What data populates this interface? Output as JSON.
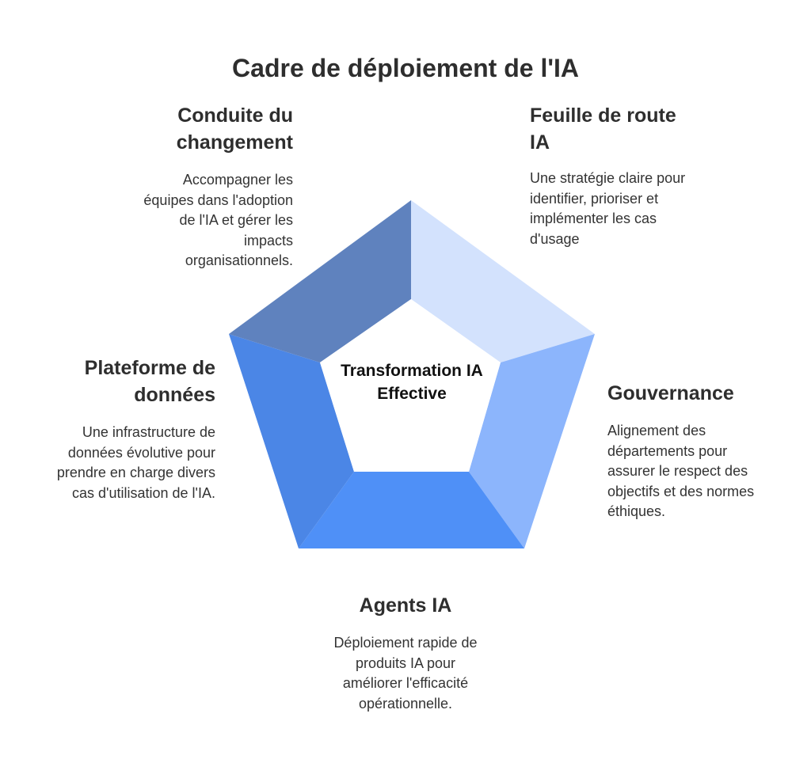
{
  "title": "Cadre de déploiement de l'IA",
  "center": {
    "label": "Transformation IA\nEffective"
  },
  "segments": [
    {
      "id": "change",
      "heading": "Conduite du\nchangement",
      "text": "Accompagner les\néquipes dans l'adoption\nde l'IA et gérer les\nimpacts\norganisationnels."
    },
    {
      "id": "roadmap",
      "heading": "Feuille de route\nIA",
      "text": "Une stratégie claire pour\nidentifier, prioriser et\nimplémenter les cas\nd'usage"
    },
    {
      "id": "gov",
      "heading": "Gouvernance",
      "text": "Alignement des\ndépartements pour\nassurer le respect des\nobjectifs et des normes\néthiques."
    },
    {
      "id": "agents",
      "heading": "Agents IA",
      "text": "Déploiement rapide de\nproduits IA pour\naméliorer l'efficacité\nopérationnelle."
    },
    {
      "id": "platform",
      "heading": "Plateforme de\ndonnées",
      "text": "Une infrastructure de\ndonnées évolutive pour\nprendre en charge divers\ncas d'utilisation de l'IA."
    }
  ],
  "colors": {
    "roadmap": "#d3e2fd",
    "gov": "#8cb5fc",
    "agents": "#4f90f7",
    "platform": "#4b86e6",
    "change": "#5f82be"
  }
}
